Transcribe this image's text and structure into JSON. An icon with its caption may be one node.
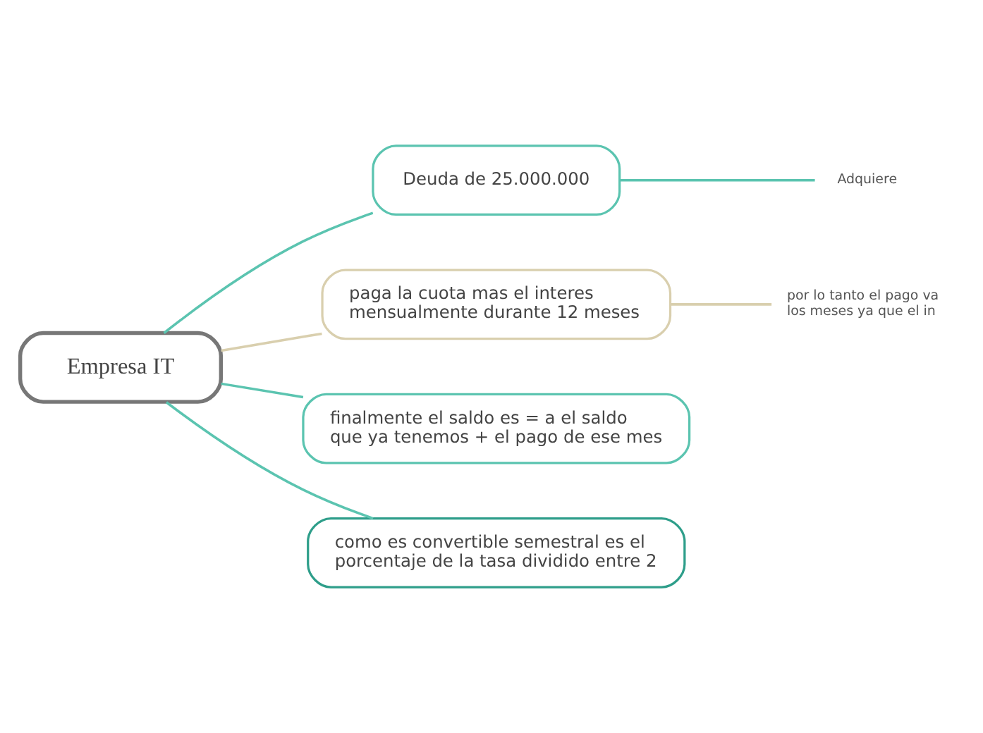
{
  "diagram": {
    "nodes": [
      {
        "text": [
          "Empresa IT"
        ]
      },
      {
        "text": [
          "Deuda de 25.000.000"
        ]
      },
      {
        "text": [
          "Adquiere"
        ]
      },
      {
        "text": [
          "paga la cuota mas el interes mensualmente durante 12 meses"
        ]
      },
      {
        "text": [
          "por lo tanto el pago va los meses ya que el in"
        ]
      },
      {
        "text": [
          "finalmente el saldo es = a el saldo que ya tenemos + el pago de ese mes"
        ]
      },
      {
        "text": [
          "como es convertible semestral es el porcentaje de la tasa dividido entre 2"
        ]
      }
    ],
    "edges": [
      {
        "from": 0,
        "to": 1,
        "arrow": "none"
      },
      {
        "from": 1,
        "to": 2,
        "arrow": "none"
      },
      {
        "from": 0,
        "to": 3,
        "arrow": "none",
        "color": "#d9cfae"
      },
      {
        "from": 3,
        "to": 4,
        "arrow": "none",
        "color": "#d9cfae"
      },
      {
        "from": 0,
        "to": 5,
        "arrow": "none"
      },
      {
        "from": 0,
        "to": 6,
        "arrow": "none"
      }
    ]
  }
}
